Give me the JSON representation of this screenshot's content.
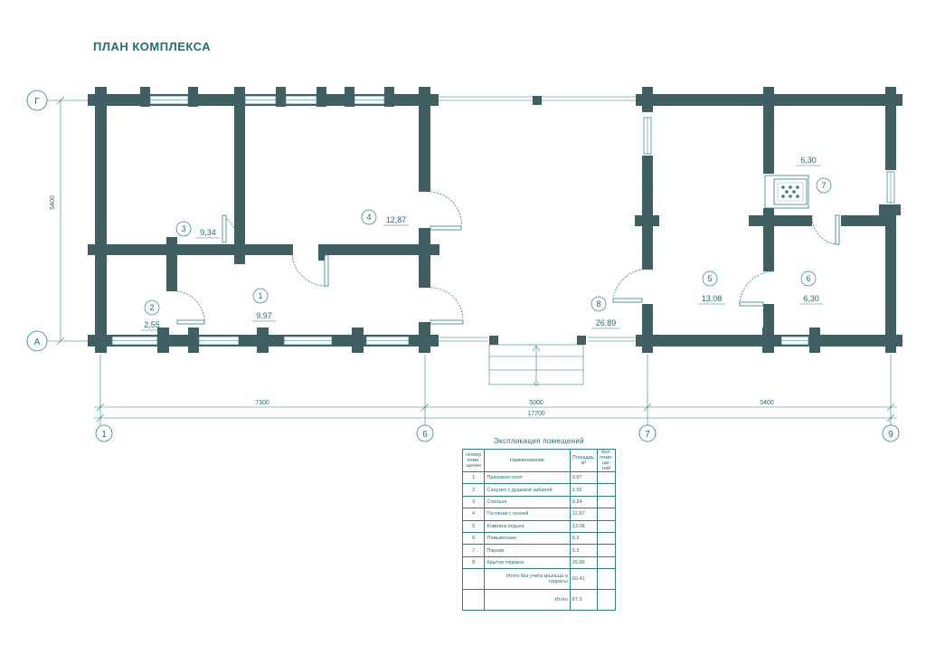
{
  "title": "ПЛАН КОМПЛЕКСА",
  "axes": {
    "rows": [
      "Г",
      "А"
    ],
    "cols": [
      "1",
      "6",
      "7",
      "9"
    ]
  },
  "dimensions": {
    "vertical": "5400",
    "seg1": "7300",
    "seg2": "5000",
    "seg3": "5400",
    "total": "17700"
  },
  "rooms": [
    {
      "num": "1",
      "area": "9,97"
    },
    {
      "num": "2",
      "area": "2,55"
    },
    {
      "num": "3",
      "area": "9,34"
    },
    {
      "num": "4",
      "area": "12,87"
    },
    {
      "num": "5",
      "area": "13,08"
    },
    {
      "num": "6",
      "area": "6,30"
    },
    {
      "num": "7",
      "area": "6,30"
    },
    {
      "num": "8",
      "area": "26,89"
    }
  ],
  "explication": {
    "title": "Экспликация помещений",
    "headers": {
      "num": "Номер поме- щения",
      "name": "Наименование",
      "area": "Площадь, м²",
      "qty": "Кол. поме- ще- ний"
    },
    "rows": [
      {
        "num": "1",
        "name": "Прихожая-холл",
        "area": "9.97"
      },
      {
        "num": "2",
        "name": "Санузел с душевой кабиной",
        "area": "2.55"
      },
      {
        "num": "3",
        "name": "Спальня",
        "area": "9.34"
      },
      {
        "num": "4",
        "name": "Гостиная с кухней",
        "area": "12.87"
      },
      {
        "num": "5",
        "name": "Комната отдыха",
        "area": "13.08"
      },
      {
        "num": "6",
        "name": "Помывочная",
        "area": "6.3"
      },
      {
        "num": "7",
        "name": "Парная",
        "area": "6.3"
      },
      {
        "num": "8",
        "name": "Крытая терраса",
        "area": "26.89"
      }
    ],
    "total1_label": "Итого без учета крыльца и террасы",
    "total1_value": "60.41",
    "total2_label": "Итого",
    "total2_value": "87.3"
  },
  "colors": {
    "wall": "#3f5f63",
    "line": "#2a7f84"
  }
}
